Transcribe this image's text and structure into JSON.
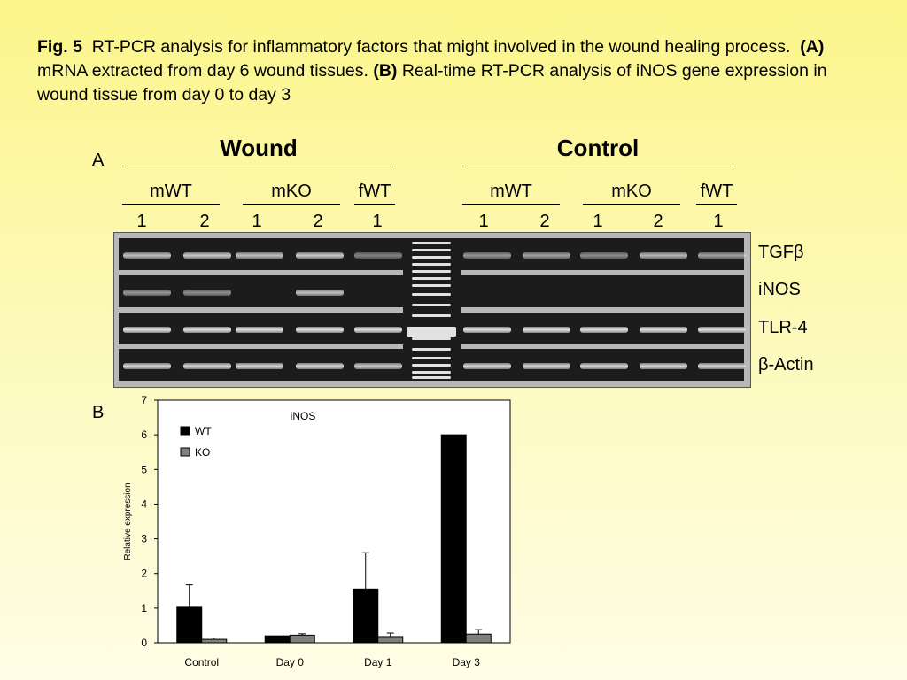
{
  "caption": {
    "fig_label": "Fig. 5",
    "text1": "RT-PCR analysis for inflammatory factors that might involved in the wound healing process.",
    "a_label": "(A)",
    "text2": "mRNA extracted from day 6 wound tissues.",
    "b_label": "(B)",
    "text3": "Real-time RT-PCR analysis of iNOS gene expression in wound tissue from day 0 to day 3"
  },
  "panel_a": {
    "label": "A",
    "wound_title": "Wound",
    "control_title": "Control",
    "groups": [
      "mWT",
      "mKO",
      "fWT",
      "mWT",
      "mKO",
      "fWT"
    ],
    "lanes": [
      "1",
      "2",
      "1",
      "2",
      "1",
      "1",
      "2",
      "1",
      "2",
      "1"
    ],
    "genes": [
      "TGFβ",
      "iNOS",
      "TLR-4",
      "β-Actin"
    ],
    "band_intensity": [
      [
        0.8,
        0.85,
        0.8,
        0.85,
        0.5,
        0.6,
        0.65,
        0.55,
        0.75,
        0.65
      ],
      [
        0.6,
        0.55,
        0.0,
        0.8,
        0.0,
        0.0,
        0.0,
        0.0,
        0.0,
        0.0
      ],
      [
        0.95,
        0.95,
        0.95,
        0.95,
        0.95,
        0.95,
        0.95,
        0.95,
        0.95,
        0.95
      ],
      [
        0.9,
        0.9,
        0.9,
        0.9,
        0.85,
        0.9,
        0.9,
        0.9,
        0.9,
        0.9
      ]
    ]
  },
  "panel_b": {
    "label": "B",
    "chart_data": {
      "type": "bar",
      "title": "iNOS",
      "ylabel": "Relative expression",
      "xlabel": "",
      "categories": [
        "Control",
        "Day 0",
        "Day 1",
        "Day 3"
      ],
      "series": [
        {
          "name": "WT",
          "values": [
            1.05,
            0.2,
            1.55,
            6.0
          ],
          "error": [
            0.62,
            0.0,
            1.05,
            0.0
          ]
        },
        {
          "name": "KO",
          "values": [
            0.1,
            0.22,
            0.18,
            0.25
          ],
          "error": [
            0.04,
            0.04,
            0.1,
            0.13
          ]
        }
      ],
      "ylim": [
        0,
        7
      ],
      "yticks": [
        0,
        1,
        2,
        3,
        4,
        5,
        6,
        7
      ],
      "colors": {
        "WT": "#000000",
        "KO": "#808080"
      },
      "legend_position": "top-left"
    }
  }
}
